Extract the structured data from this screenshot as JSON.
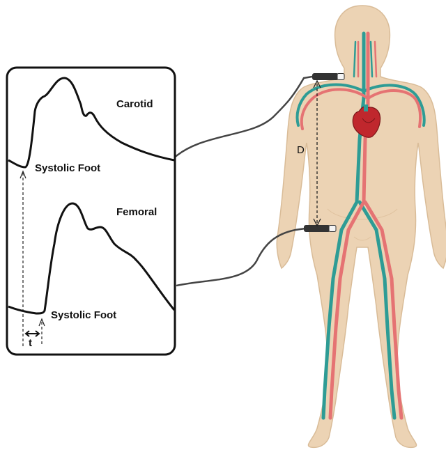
{
  "panel": {
    "carotid_label": "Carotid",
    "femoral_label": "Femoral",
    "foot_label_1": "Systolic Foot",
    "foot_label_2": "Systolic Foot",
    "time_label": "t"
  },
  "body": {
    "distance_label": "D"
  },
  "colors": {
    "skin": "#ecd3b4",
    "skin_edge": "#d9bc98",
    "artery": "#e57373",
    "vein": "#2e9c95",
    "heart": "#c0272d",
    "probe": "#333333",
    "waveform": "#111111",
    "cable": "#444444"
  }
}
